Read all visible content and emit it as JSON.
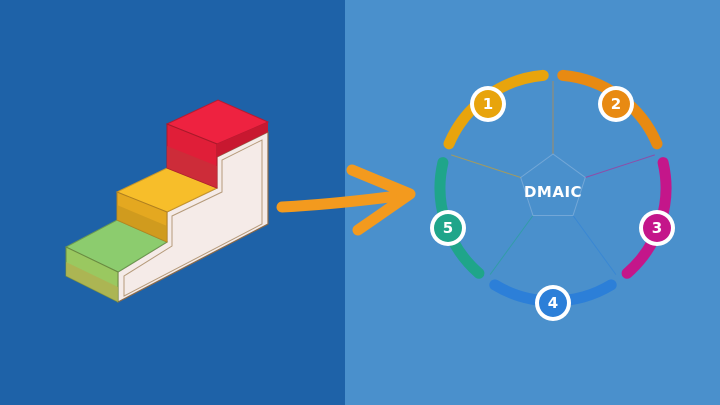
{
  "diagram": {
    "center_label": "DMAIC",
    "steps": [
      {
        "label": "1",
        "color": "#e8a40c"
      },
      {
        "label": "2",
        "color": "#e88a12"
      },
      {
        "label": "3",
        "color": "#c4168a"
      },
      {
        "label": "4",
        "color": "#2c7fd8"
      },
      {
        "label": "5",
        "color": "#1fa58a"
      }
    ]
  },
  "colors": {
    "left_background": "#1e62a8",
    "right_background": "#4a90cc",
    "arrow": "#f39a1e",
    "stair_green": "#8ccc6e",
    "stair_yellow": "#f7be2a",
    "stair_red": "#ee2240",
    "stair_body": "#f5ebe8"
  },
  "icons": [
    "staircase-icon",
    "right-arrow-icon",
    "dmaic-cycle-icon"
  ]
}
